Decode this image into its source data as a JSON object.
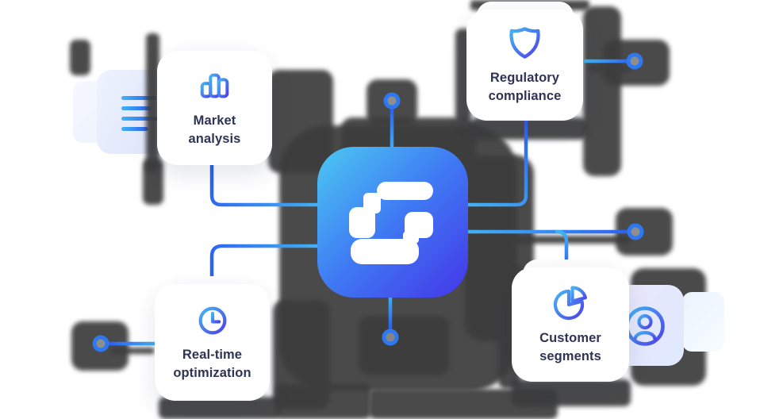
{
  "diagram": {
    "center_app": {
      "icon": "app-logo-blocks-icon",
      "gradient": [
        "#4CC9F2",
        "#3F7CF4",
        "#4436E8"
      ],
      "logo_color": "#FFFFFF"
    },
    "cards": [
      {
        "label": "Market analysis",
        "icon": "bar-chart-icon"
      },
      {
        "label": "Regulatory compliance",
        "icon": "shield-icon"
      },
      {
        "label": "Real-time optimization",
        "icon": "clock-icon"
      },
      {
        "label": "Customer segments",
        "icon": "pie-chart-icon"
      }
    ],
    "side_elements": [
      {
        "icon": "document-lines-icon",
        "lines": 4
      },
      {
        "icon": "user-circle-icon"
      }
    ],
    "colors": {
      "line_light": "#41B2F4",
      "line_dark": "#2B5FF0",
      "node_ring": "#2E79F2",
      "icon_grad_start": "#45B4F4",
      "icon_grad_end": "#4E42E8",
      "card_text": "#2F3355",
      "shadow": "#3D3D3D",
      "background": "#FFFFFF"
    }
  }
}
